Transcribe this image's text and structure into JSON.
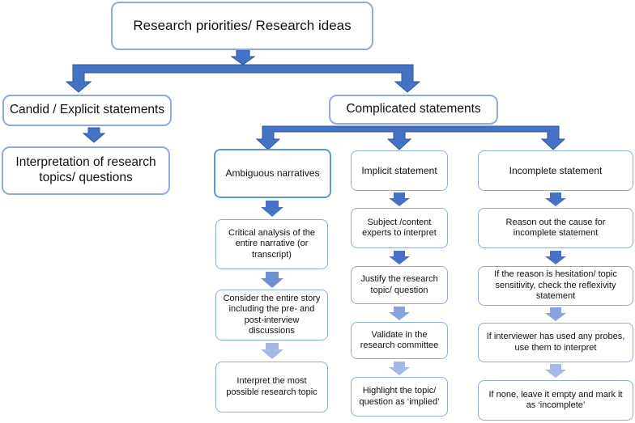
{
  "diagram": {
    "root": "Research priorities/ Research ideas",
    "level1": {
      "candid": "Candid / Explicit statements",
      "complicated": "Complicated statements"
    },
    "interpretation": "Interpretation of research topics/ questions",
    "branches": {
      "ambiguous": {
        "title": "Ambiguous narratives",
        "steps": [
          "Critical analysis of the entire narrative (or transcript)",
          "Consider the entire story including the pre- and post-interview discussions",
          "Interpret the most possible research topic"
        ]
      },
      "implicit": {
        "title": "Implicit statement",
        "steps": [
          "Subject /content experts to interpret",
          "Justify the research topic/ question",
          "Validate in the research committee",
          "Highlight the topic/ question as ‘implied’"
        ]
      },
      "incomplete": {
        "title": "Incomplete statement",
        "steps": [
          "Reason out the cause for incomplete statement",
          "If the reason is hesitation/ topic sensitivity, check the reflexivity statement",
          "If interviewer has used any probes, use them to interpret",
          "If none, leave it empty and mark it as ‘incomplete’"
        ]
      }
    },
    "colors": {
      "connector_dark": "#4472c4",
      "arrow_dark": "#4472c4",
      "arrow_mid": "#6f8fd1",
      "arrow_light": "#a6b8e6",
      "box_border": "#8faadc"
    }
  }
}
